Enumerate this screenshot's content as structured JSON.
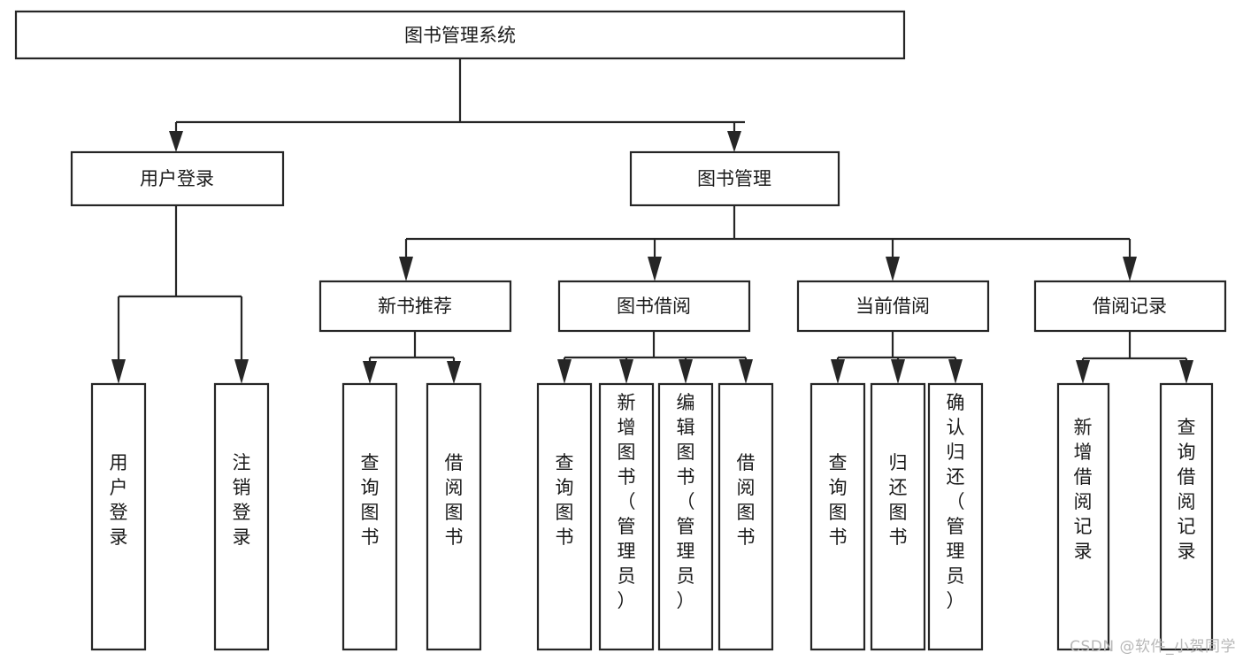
{
  "diagram": {
    "title": "图书管理系统",
    "type": "tree-hierarchy-diagram",
    "watermark": "CSDN @软件_小贺同学",
    "colors": {
      "stroke": "#262626",
      "fill": "#ffffff",
      "text": "#1a1a1a",
      "watermark": "#b8b8b8",
      "background": "#ffffff"
    },
    "root": {
      "label": "图书管理系统"
    },
    "level2": [
      {
        "label": "用户登录"
      },
      {
        "label": "图书管理"
      }
    ],
    "level3": [
      {
        "label": "新书推荐"
      },
      {
        "label": "图书借阅"
      },
      {
        "label": "当前借阅"
      },
      {
        "label": "借阅记录"
      }
    ],
    "leaves": {
      "user_login": [
        {
          "label": "用户登录"
        },
        {
          "label": "注销登录"
        }
      ],
      "new_book_recommend": [
        {
          "label": "查询图书"
        },
        {
          "label": "借阅图书"
        }
      ],
      "book_borrow": [
        {
          "label": "查询图书"
        },
        {
          "label": "新增图书（管理员）"
        },
        {
          "label": "编辑图书（管理员）"
        },
        {
          "label": "借阅图书"
        }
      ],
      "current_borrow": [
        {
          "label": "查询图书"
        },
        {
          "label": "归还图书"
        },
        {
          "label": "确认归还（管理员）"
        }
      ],
      "borrow_record": [
        {
          "label": "新增借阅记录"
        },
        {
          "label": "查询借阅记录"
        }
      ]
    }
  }
}
